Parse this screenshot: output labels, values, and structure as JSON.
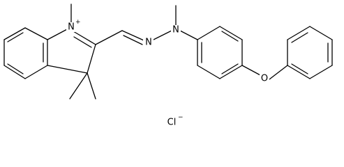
{
  "molecule": {
    "atoms": {
      "n_indolium": "N",
      "n_indolium_charge": "+",
      "n_azo": "N",
      "n_amine": "N",
      "o_ether": "O",
      "chloride": "Cl",
      "chloride_charge": "−"
    }
  }
}
